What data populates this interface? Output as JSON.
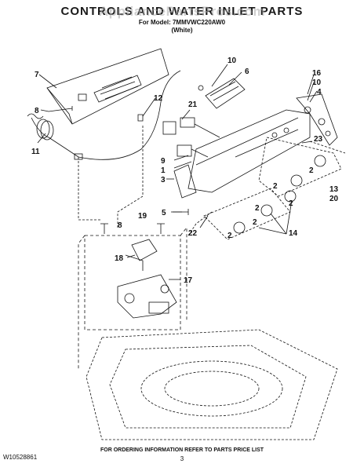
{
  "header": {
    "watermark": "AppliancePartsPros.com",
    "title": "CONTROLS AND WATER INLET PARTS",
    "model_line": "For Model: 7MMVWC220AW0",
    "variant": "(White)"
  },
  "callouts": [
    "10",
    "6",
    "7",
    "8",
    "12",
    "21",
    "16",
    "10",
    "4",
    "11",
    "23",
    "9",
    "1",
    "3",
    "2",
    "2",
    "13",
    "2",
    "20",
    "2",
    "5",
    "19",
    "8",
    "2",
    "2",
    "14",
    "22",
    "18",
    "17"
  ],
  "footer": {
    "doc_number": "W10528861",
    "ordering_note": "FOR ORDERING INFORMATION REFER TO PARTS PRICE LIST",
    "page_number": "3"
  },
  "colors": {
    "line": "#111111",
    "watermark": "#aaaaaa"
  }
}
